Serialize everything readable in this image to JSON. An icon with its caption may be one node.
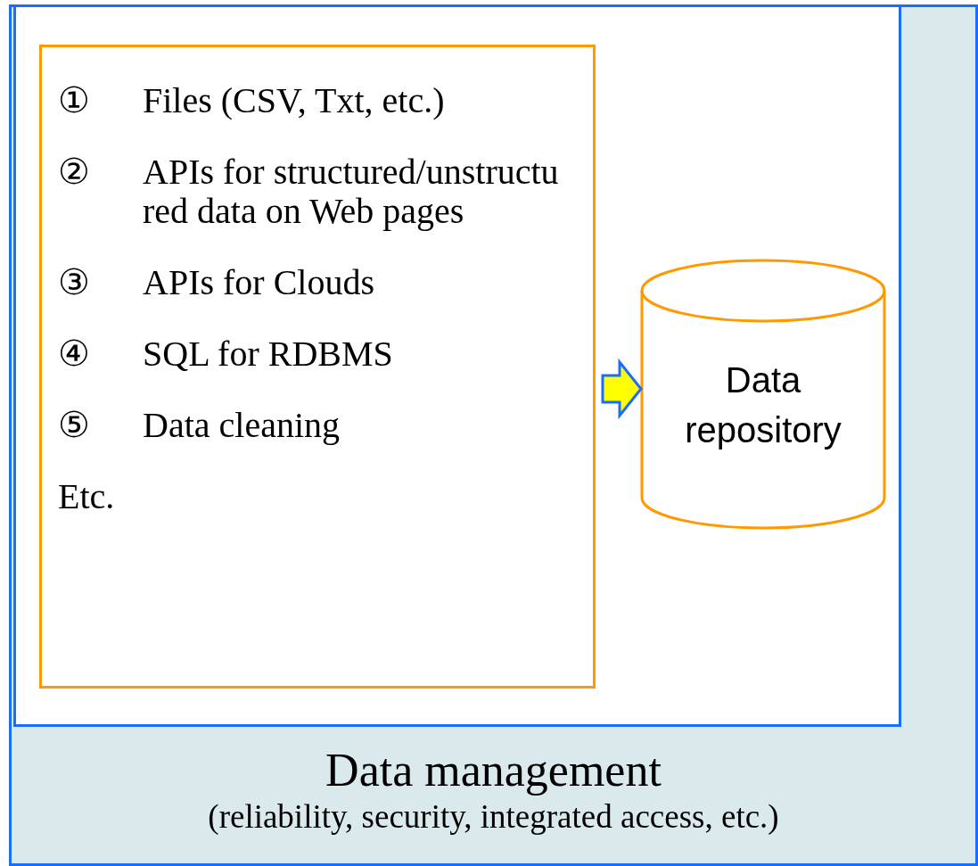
{
  "diagram": {
    "nodes": [
      {
        "text": [
          "Data management",
          "(reliability, security, integrated access, etc.)"
        ]
      },
      {
        "text": [],
        "shape": "box",
        "in": 0
      },
      {
        "text": [
          "①",
          "Files (CSV, Txt, etc.)",
          "②",
          "APIs for structured/unstructured data on Web pages",
          "③",
          "APIs for Clouds",
          "④",
          "SQL for RDBMS",
          "⑤",
          "Data cleaning",
          "Etc."
        ],
        "in": 1
      },
      {
        "text": [
          "Data repository"
        ],
        "in": 1
      }
    ],
    "edges": [
      {
        "from": 2,
        "to": 3,
        "arrow": "to",
        "style": "thick",
        "color": "#ffff00"
      }
    ]
  }
}
